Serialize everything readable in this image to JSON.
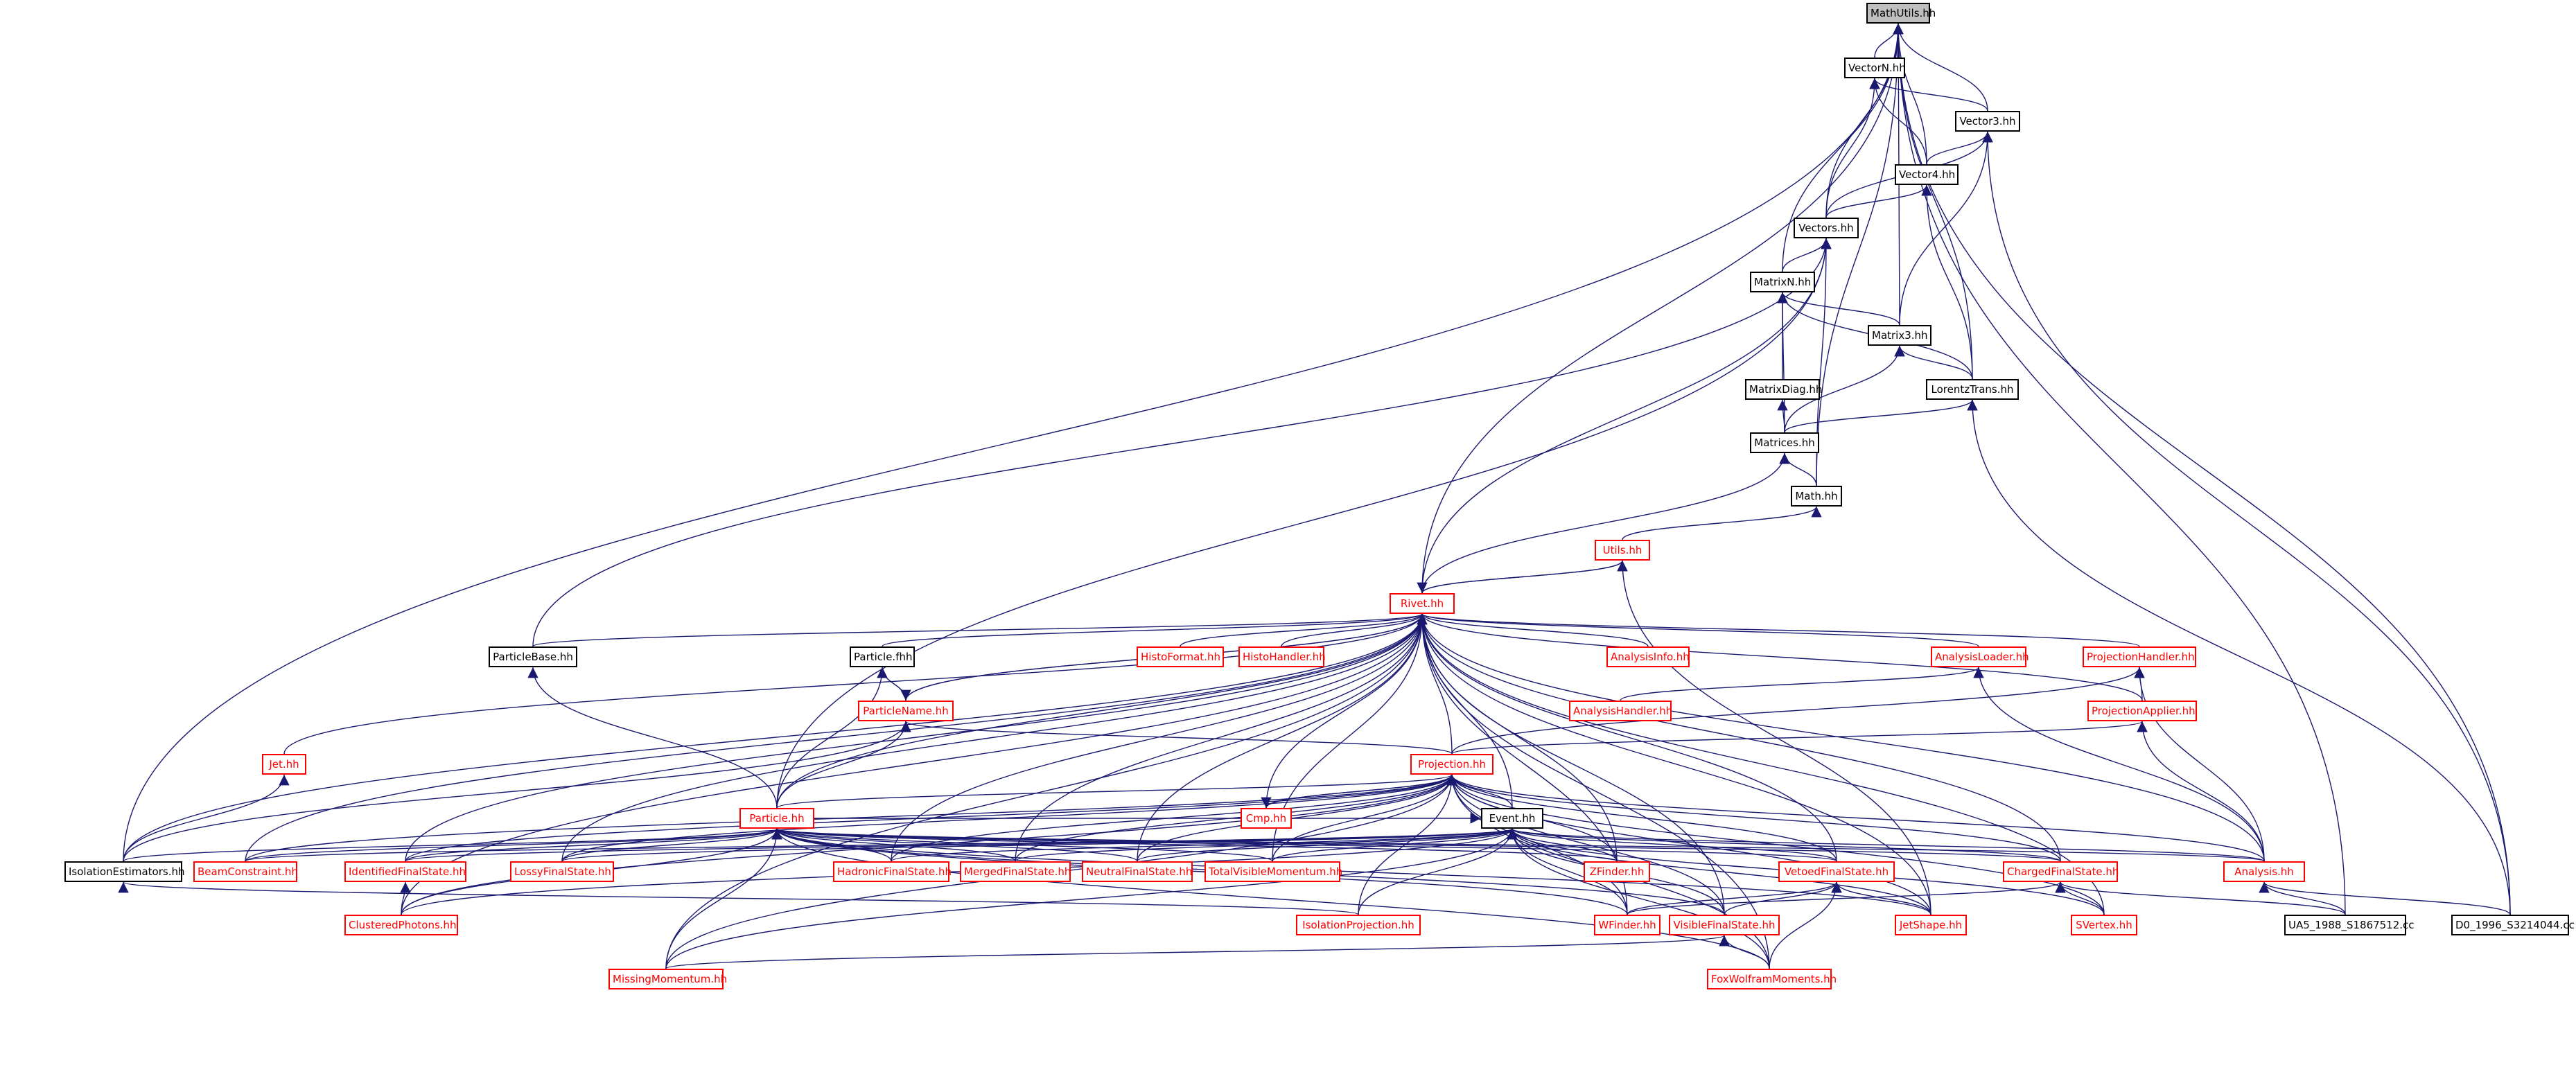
{
  "graph": {
    "colors": {
      "edge": "#191970",
      "node_border": "#000000",
      "node_link_border": "#ff0000",
      "root_fill": "#bfbfbf"
    },
    "nodes": [
      {
        "id": "MathUtils",
        "label": "MathUtils.hh",
        "style": "root"
      },
      {
        "id": "VectorN",
        "label": "VectorN.hh",
        "style": "black"
      },
      {
        "id": "Vector3",
        "label": "Vector3.hh",
        "style": "black"
      },
      {
        "id": "Vector4",
        "label": "Vector4.hh",
        "style": "black"
      },
      {
        "id": "Vectors",
        "label": "Vectors.hh",
        "style": "black"
      },
      {
        "id": "MatrixN",
        "label": "MatrixN.hh",
        "style": "black"
      },
      {
        "id": "Matrix3",
        "label": "Matrix3.hh",
        "style": "black"
      },
      {
        "id": "MatrixDiag",
        "label": "MatrixDiag.hh",
        "style": "black"
      },
      {
        "id": "LorentzTrans",
        "label": "LorentzTrans.hh",
        "style": "black"
      },
      {
        "id": "Matrices",
        "label": "Matrices.hh",
        "style": "black"
      },
      {
        "id": "Math",
        "label": "Math.hh",
        "style": "black"
      },
      {
        "id": "Utils",
        "label": "Utils.hh",
        "style": "red"
      },
      {
        "id": "Rivet",
        "label": "Rivet.hh",
        "style": "red"
      },
      {
        "id": "ParticleBase",
        "label": "ParticleBase.hh",
        "style": "black"
      },
      {
        "id": "ParticleFwd",
        "label": "Particle.fhh",
        "style": "black"
      },
      {
        "id": "HistoFormat",
        "label": "HistoFormat.hh",
        "style": "red"
      },
      {
        "id": "HistoHandler",
        "label": "HistoHandler.hh",
        "style": "red"
      },
      {
        "id": "AnalysisInfo",
        "label": "AnalysisInfo.hh",
        "style": "red"
      },
      {
        "id": "AnalysisLoader",
        "label": "AnalysisLoader.hh",
        "style": "red"
      },
      {
        "id": "ProjectionHandler",
        "label": "ProjectionHandler.hh",
        "style": "red"
      },
      {
        "id": "AnalysisHandler",
        "label": "AnalysisHandler.hh",
        "style": "red"
      },
      {
        "id": "ProjectionApplier",
        "label": "ProjectionApplier.hh",
        "style": "red"
      },
      {
        "id": "ParticleName",
        "label": "ParticleName.hh",
        "style": "red"
      },
      {
        "id": "Jet",
        "label": "Jet.hh",
        "style": "red"
      },
      {
        "id": "Projection",
        "label": "Projection.hh",
        "style": "red"
      },
      {
        "id": "Cmp",
        "label": "Cmp.hh",
        "style": "red"
      },
      {
        "id": "Event",
        "label": "Event.hh",
        "style": "black"
      },
      {
        "id": "Particle",
        "label": "Particle.hh",
        "style": "red"
      },
      {
        "id": "IsolationEstimators",
        "label": "IsolationEstimators.hh",
        "style": "black"
      },
      {
        "id": "BeamConstraint",
        "label": "BeamConstraint.hh",
        "style": "red"
      },
      {
        "id": "IdentifiedFinalState",
        "label": "IdentifiedFinalState.hh",
        "style": "red"
      },
      {
        "id": "LossyFinalState",
        "label": "LossyFinalState.hh",
        "style": "red"
      },
      {
        "id": "HadronicFinalState",
        "label": "HadronicFinalState.hh",
        "style": "red"
      },
      {
        "id": "MergedFinalState",
        "label": "MergedFinalState.hh",
        "style": "red"
      },
      {
        "id": "NeutralFinalState",
        "label": "NeutralFinalState.hh",
        "style": "red"
      },
      {
        "id": "TotalVisibleMomentum",
        "label": "TotalVisibleMomentum.hh",
        "style": "red"
      },
      {
        "id": "ZFinder",
        "label": "ZFinder.hh",
        "style": "red"
      },
      {
        "id": "VetoedFinalState",
        "label": "VetoedFinalState.hh",
        "style": "red"
      },
      {
        "id": "ChargedFinalState",
        "label": "ChargedFinalState.hh",
        "style": "red"
      },
      {
        "id": "Analysis",
        "label": "Analysis.hh",
        "style": "red"
      },
      {
        "id": "ClusteredPhotons",
        "label": "ClusteredPhotons.hh",
        "style": "red"
      },
      {
        "id": "IsolationProjection",
        "label": "IsolationProjection.hh",
        "style": "red"
      },
      {
        "id": "WFinder",
        "label": "WFinder.hh",
        "style": "red"
      },
      {
        "id": "VisibleFinalState",
        "label": "VisibleFinalState.hh",
        "style": "red"
      },
      {
        "id": "JetShape",
        "label": "JetShape.hh",
        "style": "red"
      },
      {
        "id": "SVertex",
        "label": "SVertex.hh",
        "style": "red"
      },
      {
        "id": "UA5",
        "label": "UA5_1988_S1867512.cc",
        "style": "black"
      },
      {
        "id": "D0",
        "label": "D0_1996_S3214044.cc",
        "style": "black"
      },
      {
        "id": "MissingMomentum",
        "label": "MissingMomentum.hh",
        "style": "red"
      },
      {
        "id": "FoxWolframMoments",
        "label": "FoxWolframMoments.hh",
        "style": "red"
      }
    ],
    "edges": [
      [
        "VectorN",
        "MathUtils"
      ],
      [
        "Vector3",
        "MathUtils"
      ],
      [
        "Vector4",
        "MathUtils"
      ],
      [
        "Vectors",
        "MathUtils"
      ],
      [
        "MatrixN",
        "MathUtils"
      ],
      [
        "Matrix3",
        "MathUtils"
      ],
      [
        "LorentzTrans",
        "MathUtils"
      ],
      [
        "Math",
        "MathUtils"
      ],
      [
        "Rivet",
        "MathUtils"
      ],
      [
        "IsolationEstimators",
        "MathUtils"
      ],
      [
        "UA5",
        "MathUtils"
      ],
      [
        "D0",
        "MathUtils"
      ],
      [
        "Vector3",
        "VectorN"
      ],
      [
        "Vector4",
        "VectorN"
      ],
      [
        "Vectors",
        "VectorN"
      ],
      [
        "Vector4",
        "Vector3"
      ],
      [
        "Vectors",
        "Vector3"
      ],
      [
        "Matrix3",
        "Vector3"
      ],
      [
        "D0",
        "Vector3"
      ],
      [
        "Vectors",
        "Vector4"
      ],
      [
        "LorentzTrans",
        "Vector4"
      ],
      [
        "MatrixN",
        "Vectors"
      ],
      [
        "Math",
        "Vectors"
      ],
      [
        "Rivet",
        "Vectors"
      ],
      [
        "ParticleBase",
        "Vectors"
      ],
      [
        "Particle",
        "Vectors"
      ],
      [
        "Matrix3",
        "MatrixN"
      ],
      [
        "MatrixDiag",
        "MatrixN"
      ],
      [
        "LorentzTrans",
        "MatrixN"
      ],
      [
        "Matrices",
        "MatrixN"
      ],
      [
        "LorentzTrans",
        "Matrix3"
      ],
      [
        "Matrices",
        "Matrix3"
      ],
      [
        "Matrices",
        "MatrixDiag"
      ],
      [
        "Matrices",
        "LorentzTrans"
      ],
      [
        "D0",
        "LorentzTrans"
      ],
      [
        "Math",
        "Matrices"
      ],
      [
        "Rivet",
        "Matrices"
      ],
      [
        "Utils",
        "Math"
      ],
      [
        "Rivet",
        "Utils"
      ],
      [
        "Utils",
        "Rivet"
      ],
      [
        "JetShape",
        "Utils"
      ],
      [
        "ParticleBase",
        "Rivet"
      ],
      [
        "ParticleFwd",
        "Rivet"
      ],
      [
        "HistoFormat",
        "Rivet"
      ],
      [
        "HistoHandler",
        "Rivet"
      ],
      [
        "AnalysisInfo",
        "Rivet"
      ],
      [
        "AnalysisLoader",
        "Rivet"
      ],
      [
        "ProjectionHandler",
        "Rivet"
      ],
      [
        "ProjectionApplier",
        "Rivet"
      ],
      [
        "ParticleName",
        "Rivet"
      ],
      [
        "Jet",
        "Rivet"
      ],
      [
        "Projection",
        "Rivet"
      ],
      [
        "Cmp",
        "Rivet"
      ],
      [
        "Event",
        "Rivet"
      ],
      [
        "Particle",
        "Rivet"
      ],
      [
        "IsolationEstimators",
        "Rivet"
      ],
      [
        "BeamConstraint",
        "Rivet"
      ],
      [
        "IdentifiedFinalState",
        "Rivet"
      ],
      [
        "LossyFinalState",
        "Rivet"
      ],
      [
        "HadronicFinalState",
        "Rivet"
      ],
      [
        "MergedFinalState",
        "Rivet"
      ],
      [
        "NeutralFinalState",
        "Rivet"
      ],
      [
        "TotalVisibleMomentum",
        "Rivet"
      ],
      [
        "ZFinder",
        "Rivet"
      ],
      [
        "VetoedFinalState",
        "Rivet"
      ],
      [
        "ChargedFinalState",
        "Rivet"
      ],
      [
        "Analysis",
        "Rivet"
      ],
      [
        "ClusteredPhotons",
        "Rivet"
      ],
      [
        "WFinder",
        "Rivet"
      ],
      [
        "VisibleFinalState",
        "Rivet"
      ],
      [
        "JetShape",
        "Rivet"
      ],
      [
        "SVertex",
        "Rivet"
      ],
      [
        "MissingMomentum",
        "Rivet"
      ],
      [
        "FoxWolframMoments",
        "Rivet"
      ],
      [
        "Rivet",
        "ParticleName"
      ],
      [
        "AnalysisHandler",
        "AnalysisLoader"
      ],
      [
        "Analysis",
        "AnalysisLoader"
      ],
      [
        "ProjectionApplier",
        "ProjectionHandler"
      ],
      [
        "Projection",
        "ProjectionHandler"
      ],
      [
        "Analysis",
        "ProjectionHandler"
      ],
      [
        "Projection",
        "ProjectionApplier"
      ],
      [
        "Analysis",
        "ProjectionApplier"
      ],
      [
        "ParticleName",
        "ParticleFwd"
      ],
      [
        "Particle",
        "ParticleFwd"
      ],
      [
        "Particle",
        "ParticleName"
      ],
      [
        "Projection",
        "ParticleName"
      ],
      [
        "IsolationEstimators",
        "ParticleName"
      ],
      [
        "Particle",
        "ParticleBase"
      ],
      [
        "IsolationEstimators",
        "Jet"
      ],
      [
        "Cmp",
        "Projection"
      ],
      [
        "Projection",
        "Cmp"
      ],
      [
        "Event",
        "Projection"
      ],
      [
        "Particle",
        "Projection"
      ],
      [
        "BeamConstraint",
        "Projection"
      ],
      [
        "IdentifiedFinalState",
        "Projection"
      ],
      [
        "LossyFinalState",
        "Projection"
      ],
      [
        "HadronicFinalState",
        "Projection"
      ],
      [
        "MergedFinalState",
        "Projection"
      ],
      [
        "NeutralFinalState",
        "Projection"
      ],
      [
        "TotalVisibleMomentum",
        "Projection"
      ],
      [
        "ZFinder",
        "Projection"
      ],
      [
        "VetoedFinalState",
        "Projection"
      ],
      [
        "ChargedFinalState",
        "Projection"
      ],
      [
        "Analysis",
        "Projection"
      ],
      [
        "ClusteredPhotons",
        "Projection"
      ],
      [
        "IsolationProjection",
        "Projection"
      ],
      [
        "WFinder",
        "Projection"
      ],
      [
        "VisibleFinalState",
        "Projection"
      ],
      [
        "JetShape",
        "Projection"
      ],
      [
        "SVertex",
        "Projection"
      ],
      [
        "MissingMomentum",
        "Projection"
      ],
      [
        "FoxWolframMoments",
        "Projection"
      ],
      [
        "Particle",
        "Event"
      ],
      [
        "BeamConstraint",
        "Event"
      ],
      [
        "IdentifiedFinalState",
        "Event"
      ],
      [
        "LossyFinalState",
        "Event"
      ],
      [
        "HadronicFinalState",
        "Event"
      ],
      [
        "MergedFinalState",
        "Event"
      ],
      [
        "NeutralFinalState",
        "Event"
      ],
      [
        "TotalVisibleMomentum",
        "Event"
      ],
      [
        "ZFinder",
        "Event"
      ],
      [
        "VetoedFinalState",
        "Event"
      ],
      [
        "ChargedFinalState",
        "Event"
      ],
      [
        "Analysis",
        "Event"
      ],
      [
        "ClusteredPhotons",
        "Event"
      ],
      [
        "IsolationProjection",
        "Event"
      ],
      [
        "WFinder",
        "Event"
      ],
      [
        "VisibleFinalState",
        "Event"
      ],
      [
        "JetShape",
        "Event"
      ],
      [
        "SVertex",
        "Event"
      ],
      [
        "MissingMomentum",
        "Event"
      ],
      [
        "FoxWolframMoments",
        "Event"
      ],
      [
        "IsolationEstimators",
        "Particle"
      ],
      [
        "BeamConstraint",
        "Particle"
      ],
      [
        "IdentifiedFinalState",
        "Particle"
      ],
      [
        "LossyFinalState",
        "Particle"
      ],
      [
        "HadronicFinalState",
        "Particle"
      ],
      [
        "MergedFinalState",
        "Particle"
      ],
      [
        "NeutralFinalState",
        "Particle"
      ],
      [
        "TotalVisibleMomentum",
        "Particle"
      ],
      [
        "ZFinder",
        "Particle"
      ],
      [
        "VetoedFinalState",
        "Particle"
      ],
      [
        "ChargedFinalState",
        "Particle"
      ],
      [
        "Analysis",
        "Particle"
      ],
      [
        "ClusteredPhotons",
        "Particle"
      ],
      [
        "WFinder",
        "Particle"
      ],
      [
        "VisibleFinalState",
        "Particle"
      ],
      [
        "JetShape",
        "Particle"
      ],
      [
        "MissingMomentum",
        "Particle"
      ],
      [
        "FoxWolframMoments",
        "Particle"
      ],
      [
        "ClusteredPhotons",
        "IdentifiedFinalState"
      ],
      [
        "IsolationProjection",
        "IsolationEstimators"
      ],
      [
        "WFinder",
        "VetoedFinalState"
      ],
      [
        "VisibleFinalState",
        "VetoedFinalState"
      ],
      [
        "JetShape",
        "VetoedFinalState"
      ],
      [
        "FoxWolframMoments",
        "VetoedFinalState"
      ],
      [
        "WFinder",
        "ChargedFinalState"
      ],
      [
        "SVertex",
        "ChargedFinalState"
      ],
      [
        "UA5",
        "ChargedFinalState"
      ],
      [
        "UA5",
        "Analysis"
      ],
      [
        "D0",
        "Analysis"
      ],
      [
        "MissingMomentum",
        "VisibleFinalState"
      ],
      [
        "FoxWolframMoments",
        "VisibleFinalState"
      ]
    ]
  }
}
